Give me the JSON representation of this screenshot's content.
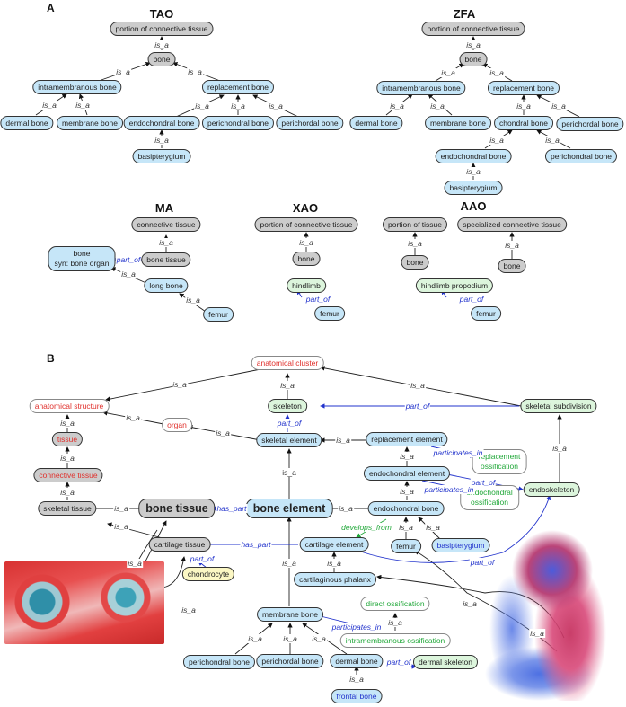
{
  "panels": {
    "a_label": "A",
    "b_label": "B"
  },
  "titles": {
    "tao": "TAO",
    "zfa": "ZFA",
    "ma": "MA",
    "xao": "XAO",
    "aao": "AAO"
  },
  "relations": {
    "is_a": "is_a",
    "part_of": "part_of",
    "has_part": "has_part",
    "participates_in": "participates_in",
    "develops_from": "develops_from"
  },
  "tao": {
    "n_pct": "portion of connective tissue",
    "n_bone": "bone",
    "n_intra": "intramembranous bone",
    "n_repl": "replacement bone",
    "n_dermal": "dermal bone",
    "n_membrane": "membrane bone",
    "n_endo": "endochondral bone",
    "n_peric": "perichondral bone",
    "n_perio": "perichordal bone",
    "n_basi": "basipterygium"
  },
  "zfa": {
    "n_pct": "portion of connective tissue",
    "n_bone": "bone",
    "n_intra": "intramembranous bone",
    "n_repl": "replacement bone",
    "n_dermal": "dermal bone",
    "n_membrane": "membrane bone",
    "n_chondral": "chondral bone",
    "n_perio": "perichordal bone",
    "n_endo": "endochondral bone",
    "n_peric": "perichondral bone",
    "n_basi": "basipterygium"
  },
  "ma": {
    "n_ct": "connective tissue",
    "n_bt": "bone tissue",
    "n_bone_l1": "bone",
    "n_bone_l2": "syn: bone organ",
    "n_long": "long bone",
    "n_femur": "femur"
  },
  "xao": {
    "n_pct": "portion of connective tissue",
    "n_bone": "bone",
    "n_hind": "hindlimb",
    "n_femur": "femur"
  },
  "aao": {
    "n_pot": "portion of tissue",
    "n_sct": "specialized connective tissue",
    "n_bone1": "bone",
    "n_bone2": "bone",
    "n_hp": "hindlimb propodium",
    "n_femur": "femur"
  },
  "b": {
    "anat_cluster": "anatomical cluster",
    "anat_struct": "anatomical structure",
    "tissue": "tissue",
    "connective": "connective tissue",
    "skeletal_tissue": "skeletal tissue",
    "bone_tissue": "bone tissue",
    "cartilage_tissue": "cartilage tissue",
    "chondrocyte": "chondrocyte",
    "organ": "organ",
    "skeleton": "skeleton",
    "skeletal_element": "skeletal element",
    "skeletal_subdivision": "skeletal subdivision",
    "replacement_element": "replacement element",
    "replacement_ossif_1": "replacement",
    "replacement_ossif_2": "ossification",
    "endochondral_element": "endochondral element",
    "endochondral_ossif_1": "endochondral",
    "endochondral_ossif_2": "ossification",
    "endoskeleton": "endoskeleton",
    "bone_element": "bone element",
    "endochondral_bone": "endochondral bone",
    "cartilage_element": "cartilage element",
    "femur": "femur",
    "basipterygium": "basipterygium",
    "cartilaginous_phalanx": "cartilaginous phalanx",
    "direct_ossif": "direct ossification",
    "membrane_bone": "membrane bone",
    "intramembranous_ossif": "intramembranous ossification",
    "perichondral_bone": "perichondral bone",
    "perichordal_bone": "perichordal bone",
    "dermal_bone": "dermal bone",
    "dermal_skeleton": "dermal skeleton",
    "frontal_bone": "frontal bone"
  },
  "images": {
    "histology": "histology-section-image",
    "skeleton_stain": "cleared-skeleton-stain-image"
  }
}
